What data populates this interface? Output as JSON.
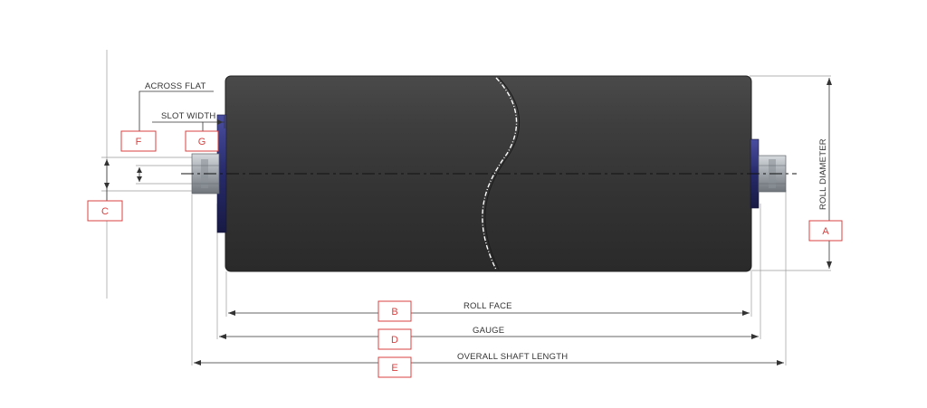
{
  "labels": {
    "across_flat": "ACROSS FLAT",
    "slot_width": "SLOT WIDTH",
    "roll_diameter": "ROLL DIAMETER",
    "roll_face": "ROLL FACE",
    "gauge": "GAUGE",
    "overall_shaft_length": "OVERALL SHAFT LENGTH"
  },
  "boxes": {
    "a": "A",
    "b": "B",
    "c": "C",
    "d": "D",
    "e": "E",
    "f": "F",
    "g": "G"
  },
  "colors": {
    "callout_red": "#d94040",
    "roller_body": "#3a3a3a",
    "shaft": "#9ea4aa",
    "bearing": "#2c2f6e"
  }
}
